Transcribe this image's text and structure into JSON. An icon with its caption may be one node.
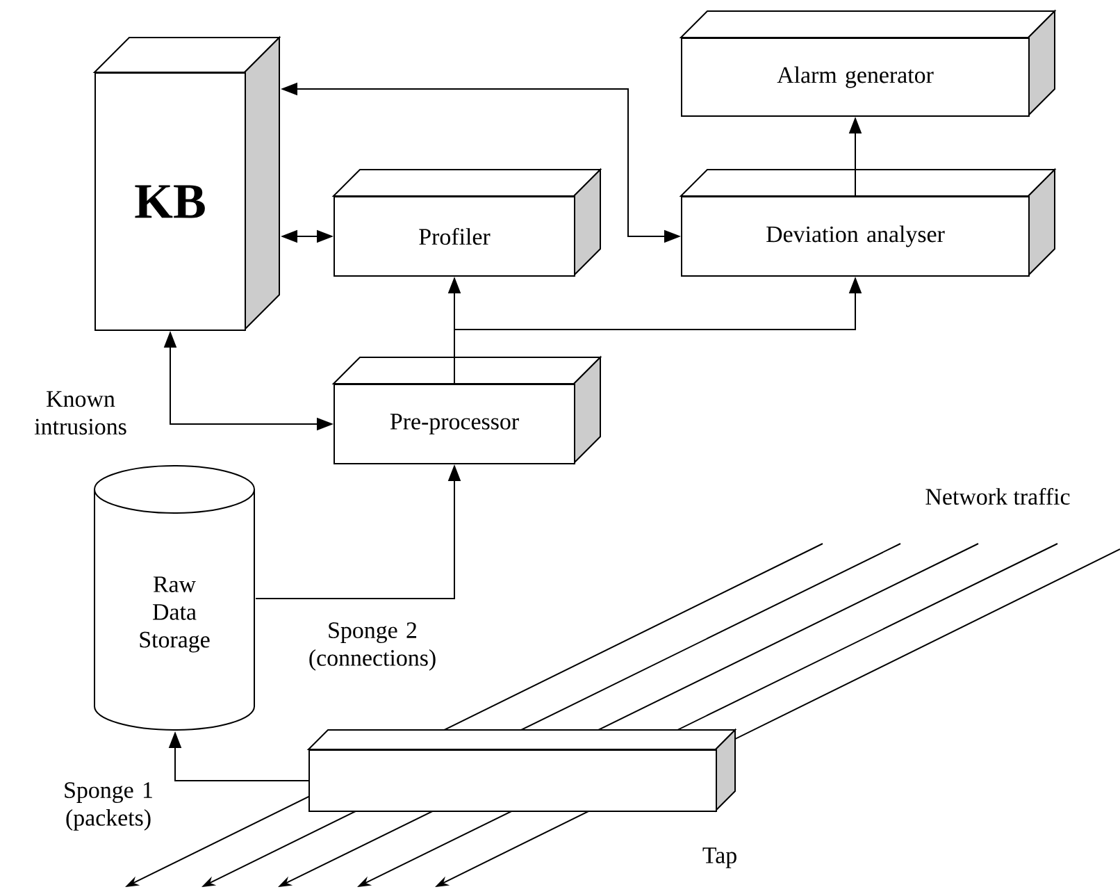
{
  "diagram": {
    "nodes": [
      {
        "text": [
          "KB"
        ]
      },
      {
        "text": [
          "Alarm generator"
        ]
      },
      {
        "text": [
          "Profiler"
        ]
      },
      {
        "text": [
          "Deviation analyser"
        ]
      },
      {
        "text": [
          "Pre-processor"
        ]
      },
      {
        "text": [
          "Raw Data Storage"
        ]
      },
      {
        "text": [],
        "shape": "box",
        "beside": [
          "Tap"
        ]
      }
    ],
    "edges": [
      {
        "from": 3,
        "to": 1,
        "arrow": "to"
      },
      {
        "from": 0,
        "to": 3,
        "arrow": "both"
      },
      {
        "from": 0,
        "to": 2,
        "arrow": "both"
      },
      {
        "from": 4,
        "to": 2,
        "arrow": "to"
      },
      {
        "from": 4,
        "to": 3,
        "arrow": "to"
      },
      {
        "from": 0,
        "to": 4,
        "arrow": "both",
        "label": "Known intrusions"
      },
      {
        "from": 5,
        "to": 4,
        "arrow": "to",
        "label": "Sponge 2 (connections)"
      },
      {
        "from": 6,
        "to": 5,
        "arrow": "to",
        "label": "Sponge 1 (packets)"
      }
    ],
    "labels": [
      "Network traffic"
    ]
  }
}
